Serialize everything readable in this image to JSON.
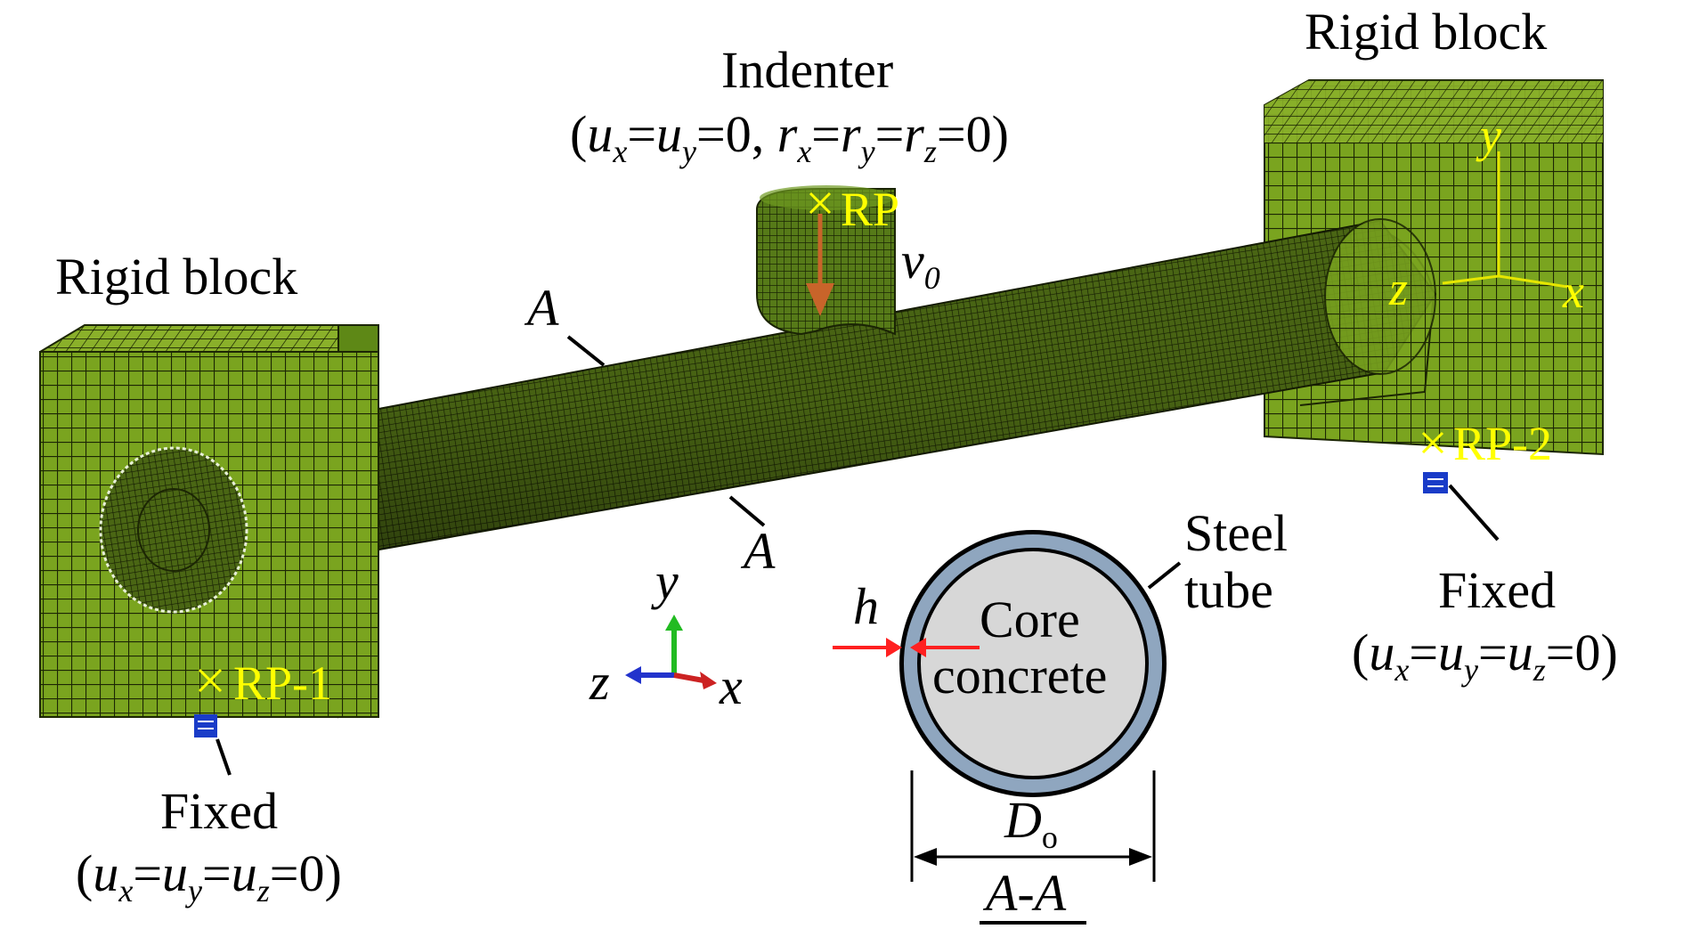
{
  "colors": {
    "mesh_fill": "#6f9a1a",
    "mesh_dark": "#2b3a08",
    "beam_fill": "#3e5410",
    "ref_point": "#ffff00",
    "steel_tube": "#8fa6bf",
    "core_concrete": "#d7d7d7",
    "velocity_arrow": "#c8642a",
    "thickness_arrow": "#ff2020",
    "axis_y": "#22bb22",
    "axis_z": "#2233cc",
    "axis_x": "#cc2222",
    "fixed_symbol": "#1a3cc8"
  },
  "labels": {
    "rigid_block_left": "Rigid block",
    "rigid_block_right": "Rigid block",
    "indenter": "Indenter",
    "indenter_bc": {
      "u": "u",
      "x": "x",
      "y": "y",
      "eq0": "=0, ",
      "r": "r",
      "z": "z",
      "eq": "=",
      "zero": "=0",
      "open": "(",
      "close": ")"
    },
    "rp": "RP",
    "rp1": "RP-1",
    "rp2": "RP-2",
    "velocity": {
      "v": "v",
      "sub": "0"
    },
    "section_mark_top": "A",
    "section_mark_bottom": "A",
    "steel_tube_line1": "Steel",
    "steel_tube_line2": "tube",
    "core_line1": "Core",
    "core_line2": "concrete",
    "thickness": "h",
    "diameter": {
      "d": "D",
      "sub": "o"
    },
    "section_title": "A-A",
    "fixed_left": "Fixed",
    "fixed_right": "Fixed",
    "fixed_bc": {
      "open": "(",
      "u": "u",
      "x": "x",
      "y": "y",
      "z": "z",
      "eq": "=",
      "zero": "=0",
      "close": ")"
    },
    "global_axes": {
      "y": "y",
      "z": "z",
      "x": "x"
    },
    "local_axes": {
      "y": "y",
      "z": "z",
      "x": "x"
    }
  }
}
